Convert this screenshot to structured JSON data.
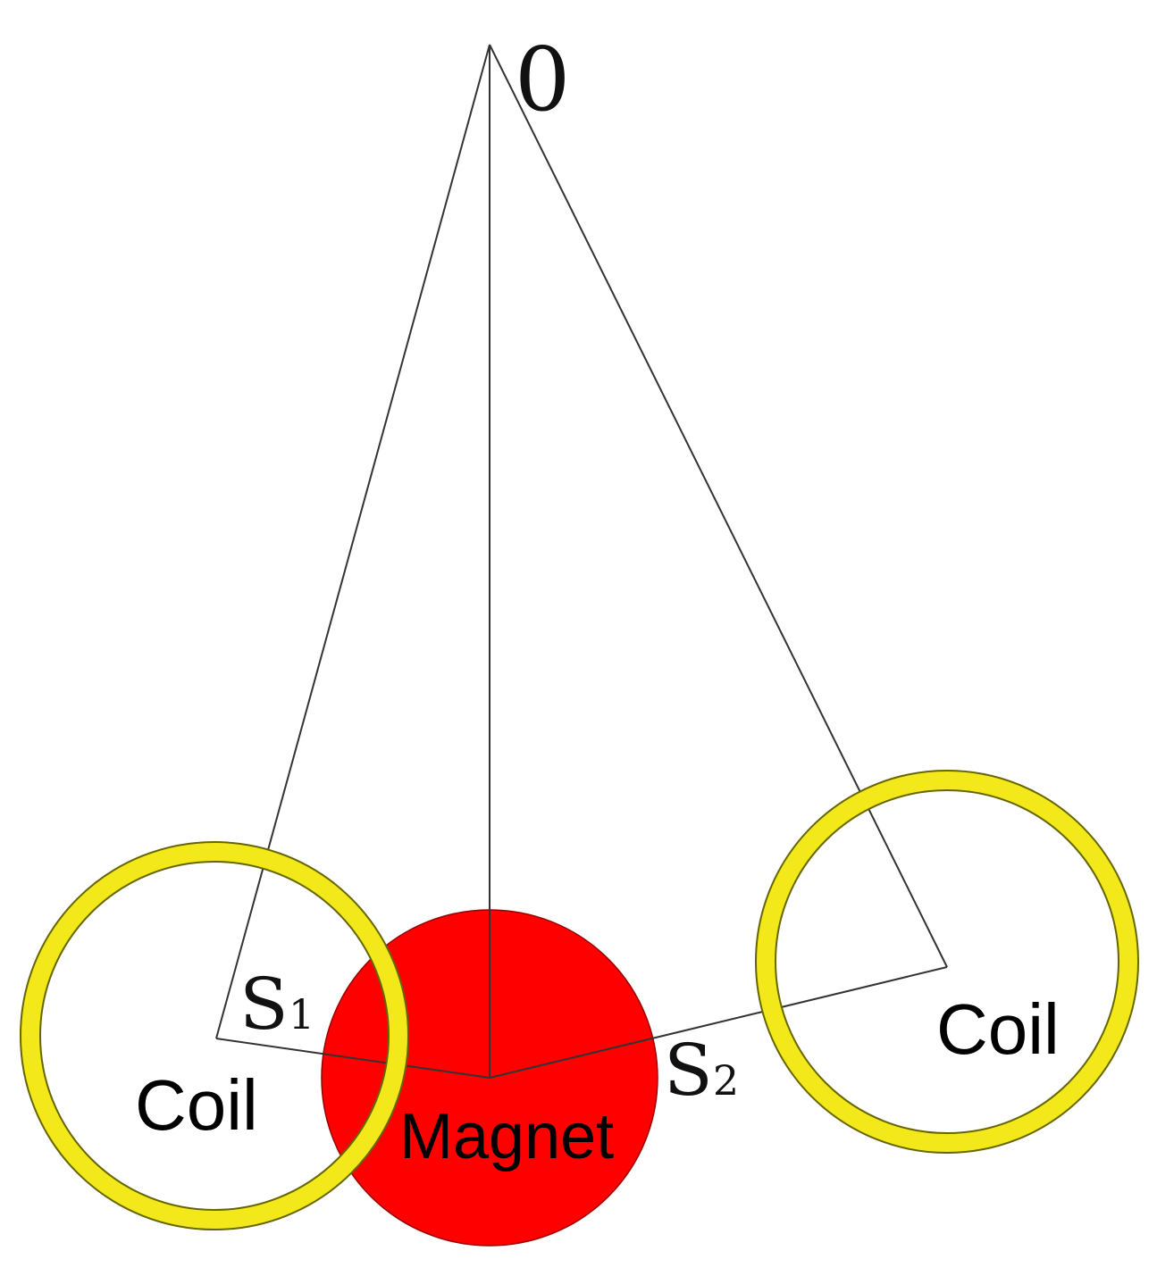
{
  "labels": {
    "origin": "0",
    "s1_main": "S",
    "s1_sub": "1",
    "s2_main": "S",
    "s2_sub": "2",
    "coil_left": "Coil",
    "coil_right": "Coil",
    "magnet": "Magnet"
  },
  "colors": {
    "magnet": "#ff0000",
    "coil_ring": "#f2e81a",
    "coil_ring_edge": "#666600",
    "line": "#333333",
    "text": "#000000"
  }
}
